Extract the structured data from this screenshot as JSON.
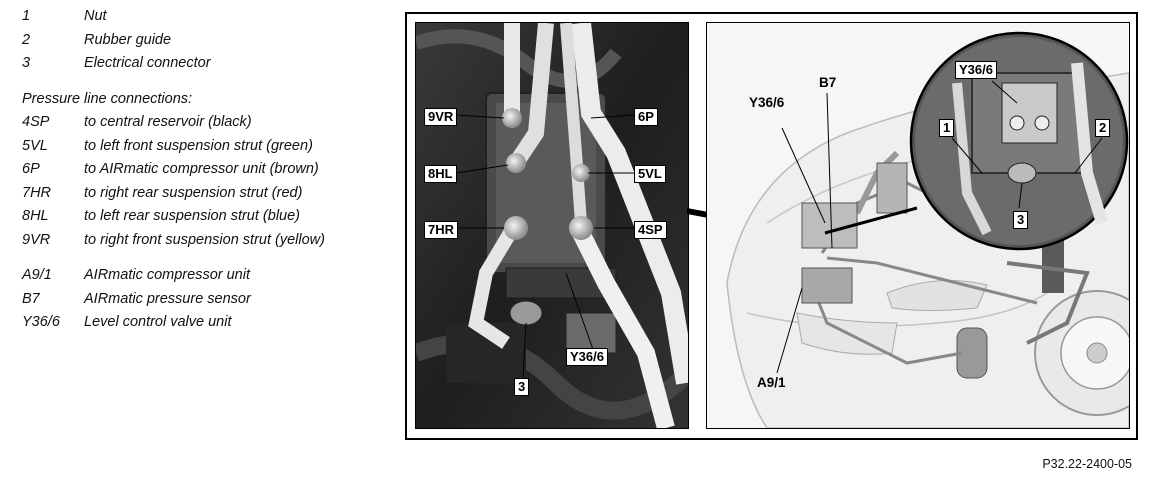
{
  "legend": {
    "items": [
      {
        "code": "1",
        "desc": "Nut"
      },
      {
        "code": "2",
        "desc": "Rubber guide"
      },
      {
        "code": "3",
        "desc": "Electrical connector"
      }
    ],
    "pressure_heading": "Pressure line connections:",
    "pressure_items": [
      {
        "code": "4SP",
        "desc": "to central reservoir (black)"
      },
      {
        "code": "5VL",
        "desc": "to left front suspension strut (green)"
      },
      {
        "code": "6P",
        "desc": "to AIRmatic compressor unit (brown)"
      },
      {
        "code": "7HR",
        "desc": "to right rear suspension strut (red)"
      },
      {
        "code": "8HL",
        "desc": "to left rear suspension strut (blue)"
      },
      {
        "code": "9VR",
        "desc": "to right front suspension strut (yellow)"
      }
    ],
    "component_items": [
      {
        "code": "A9/1",
        "desc": "AIRmatic compressor unit"
      },
      {
        "code": "B7",
        "desc": "AIRmatic pressure sensor"
      },
      {
        "code": "Y36/6",
        "desc": "Level control valve unit"
      }
    ]
  },
  "photo_labels": {
    "l9vr": "9VR",
    "l6p": "6P",
    "l8hl": "8HL",
    "l5vl": "5VL",
    "l7hr": "7HR",
    "l4sp": "4SP",
    "ly36": "Y36/6",
    "l3": "3"
  },
  "illus_labels": {
    "y36a": "Y36/6",
    "b7": "B7",
    "a91": "A9/1",
    "inset_y36": "Y36/6",
    "inset_1": "1",
    "inset_2": "2",
    "inset_3": "3"
  },
  "reference": "P32.22-2400-05"
}
